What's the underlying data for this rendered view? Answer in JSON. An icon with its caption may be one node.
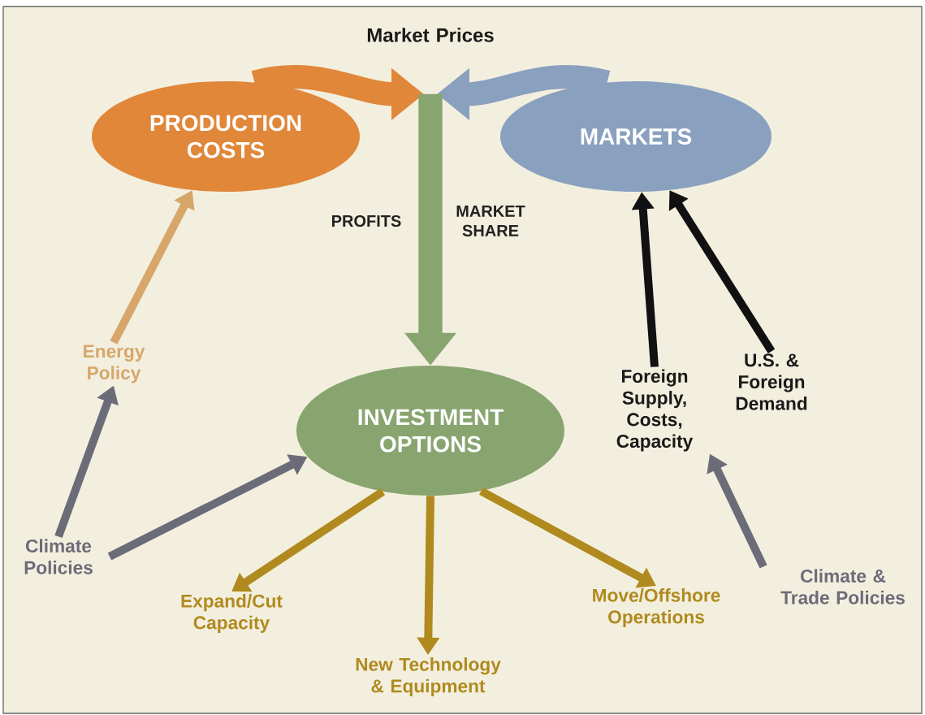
{
  "diagram": {
    "nodes": [
      {
        "text": [
          "Market Prices"
        ]
      },
      {
        "text": [
          "PRODUCTION COSTS"
        ]
      },
      {
        "text": [
          "MARKETS"
        ]
      },
      {
        "text": [
          "INVESTMENT OPTIONS"
        ]
      },
      {
        "text": [
          "Energy Policy"
        ]
      },
      {
        "text": [
          "Climate Policies"
        ]
      },
      {
        "text": [
          "Foreign Supply, Costs, Capacity"
        ]
      },
      {
        "text": [
          "U.S. & Foreign Demand"
        ]
      },
      {
        "text": [
          "Climate & Trade Policies"
        ]
      },
      {
        "text": [
          "Expand/Cut Capacity"
        ]
      },
      {
        "text": [
          "New Technology & Equipment"
        ]
      },
      {
        "text": [
          "Move/Offshore Operations"
        ]
      }
    ],
    "edges": [
      {
        "from": 1,
        "to": 0,
        "arrow": "to",
        "style": "thick",
        "color": "#e0873a"
      },
      {
        "from": 2,
        "to": 0,
        "arrow": "to",
        "style": "thick",
        "color": "#8aa0bf"
      },
      {
        "from": 0,
        "to": 3,
        "arrow": "to",
        "style": "thick",
        "color": "#88a56f"
      },
      {
        "from": 4,
        "to": 1,
        "arrow": "to",
        "color": "#d6a66a"
      },
      {
        "from": 5,
        "to": 4,
        "arrow": "to",
        "color": "#6c6b78"
      },
      {
        "from": 5,
        "to": 3,
        "arrow": "to",
        "color": "#6c6b78"
      },
      {
        "from": 6,
        "to": 2,
        "arrow": "to",
        "color": "#111111"
      },
      {
        "from": 7,
        "to": 2,
        "arrow": "to",
        "color": "#111111"
      },
      {
        "from": 8,
        "to": 6,
        "arrow": "to",
        "color": "#6c6b78"
      },
      {
        "from": 3,
        "to": 9,
        "arrow": "to",
        "color": "#b08a1e"
      },
      {
        "from": 3,
        "to": 10,
        "arrow": "to",
        "color": "#b08a1e"
      },
      {
        "from": 3,
        "to": 11,
        "arrow": "to",
        "color": "#b08a1e"
      }
    ],
    "labels": [
      "PROFITS",
      "MARKET SHARE"
    ]
  }
}
